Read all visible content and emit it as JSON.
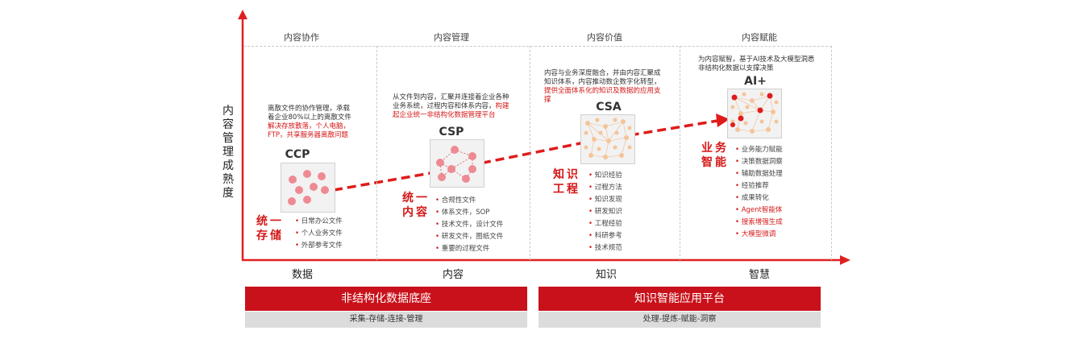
{
  "axis": {
    "y_label": [
      "内",
      "容",
      "管",
      "理",
      "成",
      "熟",
      "度"
    ],
    "x_labels": [
      "数据",
      "内容",
      "知识",
      "智慧"
    ]
  },
  "columns": {
    "headers": [
      "内容协作",
      "内容管理",
      "内容价值",
      "内容赋能"
    ]
  },
  "stages": {
    "ccp": {
      "title": "CCP",
      "desc_plain": "离散文件的协作管理，承载着企业80%以上的离散文件",
      "desc_red": "解决存放散落，个人电脑，FTP，共享服务器离散问题",
      "label": [
        "统一",
        "存储"
      ],
      "items": [
        "日常办公文件",
        "个人业务文件",
        "外部参考文件"
      ]
    },
    "csp": {
      "title": "CSP",
      "desc_plain": "从文件到内容，汇聚并连接着企业各种业务系统，过程内容和体系内容，",
      "desc_red": "构建起企业统一非结构化数据管理平台",
      "label": [
        "统一",
        "内容"
      ],
      "items": [
        "合规性文件",
        "体系文件，SOP",
        "技术文件，设计文件",
        "研发文件，图纸文件",
        "重要的过程文件"
      ]
    },
    "csa": {
      "title": "CSA",
      "desc_plain": "内容与业务深度融合，并由内容汇聚成知识体系，内容推动数企数字化转型，",
      "desc_red": "提供全面体系化的知识及数据的应用支撑",
      "label": [
        "知识",
        "工程"
      ],
      "items": [
        "知识经验",
        "过程方法",
        "知识发现",
        "研发知识",
        "工程经验",
        "科研参考",
        "技术规范"
      ]
    },
    "ai": {
      "title": "AI+",
      "desc_plain": "为内容赋智，基于AI技术及大模型洞悉非结构化数据以支撑决策",
      "label": [
        "业务",
        "智能"
      ],
      "items": [
        "业务能力赋能",
        "决策数据洞察",
        "辅助数据处理",
        "经验推荐",
        "成果转化"
      ],
      "items_red": [
        "Agent智能体",
        "搜索增强生成",
        "大模型微调"
      ]
    }
  },
  "platforms": {
    "left": {
      "title": "非结构化数据底座",
      "sub": "采集-存储-连接-管理"
    },
    "right": {
      "title": "知识智能应用平台",
      "sub": "处理-提炼-赋能-洞察"
    }
  },
  "colors": {
    "accent": "#c8111a",
    "node_pink": "#ee8a93",
    "node_peach": "#f5c49a",
    "node_red": "#e01b1b"
  }
}
